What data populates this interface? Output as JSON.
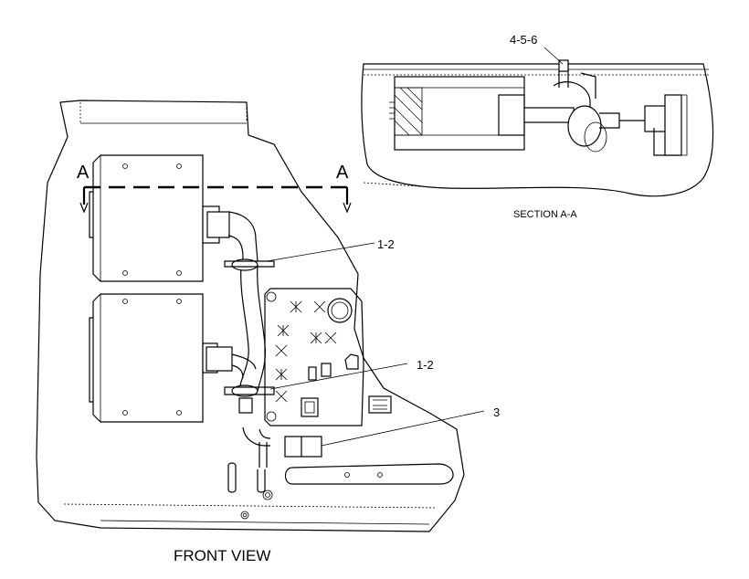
{
  "labels": {
    "callout_456": "4-5-6",
    "callout_12_top": "1-2",
    "callout_12_mid": "1-2",
    "callout_3": "3",
    "section_mark_left": "A",
    "section_mark_right": "A",
    "section_title": "SECTION A-A",
    "front_view_title": "FRONT VIEW"
  }
}
